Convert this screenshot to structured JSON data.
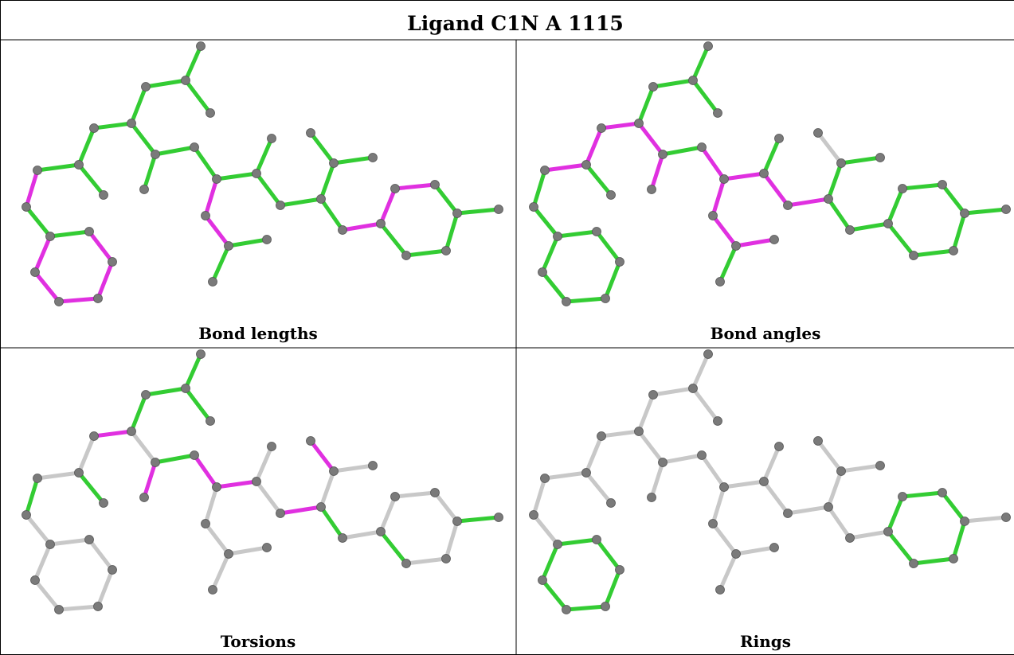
{
  "title": "Ligand C1N A 1115",
  "colors": {
    "outlier": "#e030e0",
    "ok": "#33cc33",
    "unassessed": "#c8c8c8",
    "atom": "#7a7a7a"
  },
  "panels": [
    {
      "caption": "Bond lengths",
      "outlier_bonds": [
        [
          1,
          0
        ],
        [
          0,
          2
        ],
        [
          6,
          7
        ],
        [
          7,
          8
        ],
        [
          8,
          9
        ],
        [
          9,
          10
        ],
        [
          10,
          5
        ],
        [
          15,
          16
        ],
        [
          16,
          17
        ],
        [
          30,
          31
        ],
        [
          34,
          35
        ],
        [
          35,
          36
        ]
      ],
      "unassessed_bonds": []
    },
    {
      "caption": "Bond angles",
      "outlier_bonds": [
        [
          1,
          2
        ],
        [
          2,
          3
        ],
        [
          3,
          4
        ],
        [
          11,
          12
        ],
        [
          12,
          13
        ],
        [
          13,
          14
        ],
        [
          14,
          15
        ],
        [
          15,
          16
        ],
        [
          16,
          17
        ],
        [
          17,
          19
        ],
        [
          19,
          20
        ],
        [
          20,
          21
        ],
        [
          21,
          22
        ],
        [
          12,
          18
        ]
      ],
      "unassessed_bonds": [
        [
          30,
          32
        ]
      ]
    },
    {
      "caption": "Torsions",
      "outlier_bonds": [
        [
          3,
          4
        ],
        [
          12,
          13
        ],
        [
          13,
          14
        ],
        [
          14,
          15
        ],
        [
          19,
          20
        ],
        [
          21,
          22
        ],
        [
          30,
          32
        ]
      ],
      "unassessed_bonds": [
        [
          0,
          5
        ],
        [
          5,
          6
        ],
        [
          6,
          7
        ],
        [
          7,
          8
        ],
        [
          8,
          9
        ],
        [
          9,
          10
        ],
        [
          10,
          5
        ],
        [
          1,
          2
        ],
        [
          2,
          3
        ],
        [
          11,
          12
        ],
        [
          15,
          16
        ],
        [
          16,
          17
        ],
        [
          17,
          18
        ],
        [
          14,
          27
        ],
        [
          17,
          19
        ],
        [
          20,
          23
        ],
        [
          22,
          24
        ],
        [
          22,
          25
        ],
        [
          26,
          31
        ],
        [
          32,
          33
        ],
        [
          32,
          34
        ],
        [
          31,
          38
        ],
        [
          34,
          35
        ],
        [
          35,
          36
        ],
        [
          36,
          37
        ],
        [
          37,
          38
        ],
        [
          38,
          39
        ]
      ]
    },
    {
      "caption": "Rings",
      "ring_bonds": [
        [
          5,
          6
        ],
        [
          6,
          7
        ],
        [
          7,
          8
        ],
        [
          8,
          9
        ],
        [
          9,
          10
        ],
        [
          10,
          5
        ],
        [
          34,
          35
        ],
        [
          35,
          36
        ],
        [
          36,
          37
        ],
        [
          37,
          38
        ],
        [
          38,
          39
        ],
        [
          39,
          34
        ]
      ],
      "note_all_other_unassessed": true
    }
  ]
}
